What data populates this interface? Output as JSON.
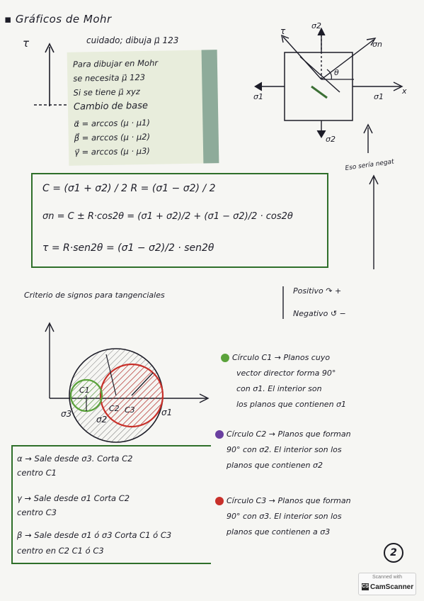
{
  "title": "▪ Gráficos de Mohr",
  "tau_axis": "τ",
  "care_note": "cuidado; dibuja μ⃗ 123",
  "sticky_note": [
    "Para dibujar en Mohr",
    "se necesita μ⃗ 123",
    "Si se tiene μ⃗ xyz",
    "Cambio de base",
    "α⃗ = arccos (μ · μ1)",
    "β⃗ = arccos (μ · μ2)",
    "γ⃗ = arccos (μ · μ3)"
  ],
  "element_diagram": {
    "tau": "τ",
    "sigma2_top": "σ2",
    "sigma_n": "σn",
    "theta": "θ",
    "sigma1_left": "σ1",
    "sigma1_right": "σ1",
    "x": "x",
    "sigma2_bottom": "σ2"
  },
  "negative_note": "Eso sería negat",
  "formulas": [
    "C = (σ1 + σ2) / 2        R = (σ1 − σ2) / 2",
    "σn = C ± R·cos2θ = (σ1 + σ2)/2 + (σ1 − σ2)/2 · cos2θ",
    "τ = R·sen2θ = (σ1 − σ2)/2 · sen2θ"
  ],
  "criterio": "Criterio de signos para tangenciales",
  "positivo": "Positivo ↷ +",
  "negativo": "Negativo ↺ −",
  "mohr_labels": {
    "sigma3": "σ3",
    "sigma2": "σ2",
    "sigma1": "σ1",
    "c1": "C1",
    "c2": "C2",
    "c3": "C3"
  },
  "circle_descriptions": {
    "c1": [
      "Círculo C1 → Planos cuyo",
      "vector director forma 90°",
      "con σ1. El interior son",
      "los planos que contienen σ1"
    ],
    "c2": [
      "Círculo C2 → Planos que forman",
      "90° con σ2. El interior son los",
      "planos que contienen σ2"
    ],
    "c3": [
      "Círculo C3 → Planos que forman",
      "90° con σ3. El interior son los",
      "planos que contienen a σ3"
    ]
  },
  "legend": [
    "α → Sale desde σ3. Corta C2",
    "      centro C1",
    "γ → Sale desde σ1  Corta C2",
    "      centro C3",
    "β → Sale desde σ1 ó σ3  Corta C1 ó C3",
    "      centro en C2             C1 ó C3"
  ],
  "page_number": "2",
  "scanner_top": "Scanned with",
  "scanner_brand": "CamScanner",
  "colors": {
    "green": "#5aa23a",
    "red": "#c8302a",
    "purple": "#6a3fa0",
    "box_green": "#2f6f2a",
    "sticky_side": "#8eab9a"
  }
}
